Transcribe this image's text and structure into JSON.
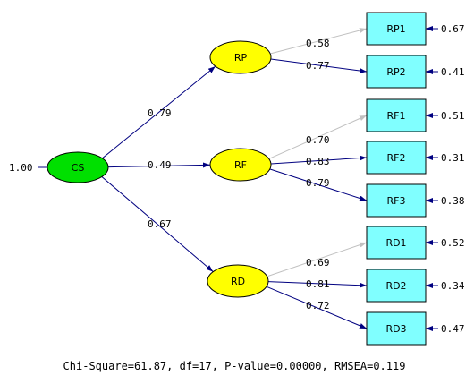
{
  "colors": {
    "latent_root": "#00e000",
    "latent": "#ffff00",
    "observed": "#80ffff",
    "path_dark": "#000080",
    "path_light": "#c0c0c0"
  },
  "root": {
    "label": "CS",
    "variance": "1.00"
  },
  "latents": [
    {
      "id": "RP",
      "label": "RP",
      "loading": "0.79"
    },
    {
      "id": "RF",
      "label": "RF",
      "loading": "0.49"
    },
    {
      "id": "RD",
      "label": "RD",
      "loading": "0.67"
    }
  ],
  "indicators": [
    {
      "label": "RP1",
      "factor": "RP",
      "loading": "0.58",
      "error": "0.67",
      "fixed": true
    },
    {
      "label": "RP2",
      "factor": "RP",
      "loading": "0.77",
      "error": "0.41",
      "fixed": false
    },
    {
      "label": "RF1",
      "factor": "RF",
      "loading": "0.70",
      "error": "0.51",
      "fixed": true
    },
    {
      "label": "RF2",
      "factor": "RF",
      "loading": "0.83",
      "error": "0.31",
      "fixed": false
    },
    {
      "label": "RF3",
      "factor": "RF",
      "loading": "0.79",
      "error": "0.38",
      "fixed": false
    },
    {
      "label": "RD1",
      "factor": "RD",
      "loading": "0.69",
      "error": "0.52",
      "fixed": true
    },
    {
      "label": "RD2",
      "factor": "RD",
      "loading": "0.81",
      "error": "0.34",
      "fixed": false
    },
    {
      "label": "RD3",
      "factor": "RD",
      "loading": "0.72",
      "error": "0.47",
      "fixed": false
    }
  ],
  "fit": {
    "text": "Chi-Square=61.87, df=17, P-value=0.00000, RMSEA=0.119"
  }
}
